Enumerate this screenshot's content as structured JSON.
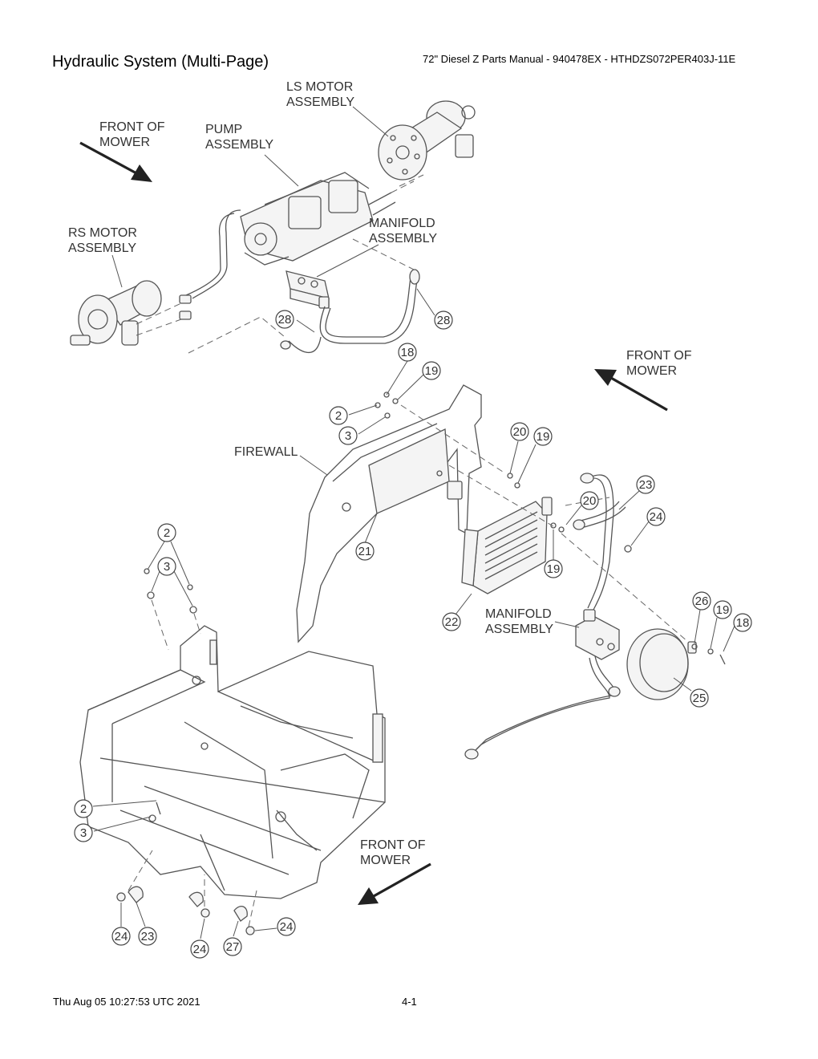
{
  "header": {
    "title": "Hydraulic System (Multi-Page)",
    "doc_ref": "72\" Diesel Z Parts Manual - 940478EX - HTHDZS072PER403J-11E"
  },
  "footer": {
    "timestamp": "Thu Aug 05 10:27:53 UTC 2021",
    "page_number": "4-1"
  },
  "labels": {
    "ls_motor_1": "LS MOTOR",
    "ls_motor_2": "ASSEMBLY",
    "pump_1": "PUMP",
    "pump_2": "ASSEMBLY",
    "front_top_1": "FRONT OF",
    "front_top_2": "MOWER",
    "rs_motor_1": "RS MOTOR",
    "rs_motor_2": "ASSEMBLY",
    "manifold_top_1": "MANIFOLD",
    "manifold_top_2": "ASSEMBLY",
    "front_right_1": "FRONT OF",
    "front_right_2": "MOWER",
    "firewall": "FIREWALL",
    "manifold_mid_1": "MANIFOLD",
    "manifold_mid_2": "ASSEMBLY",
    "front_bottom_1": "FRONT OF",
    "front_bottom_2": "MOWER"
  },
  "callouts": [
    {
      "id": "c28a",
      "n": "28"
    },
    {
      "id": "c28b",
      "n": "28"
    },
    {
      "id": "c18a",
      "n": "18"
    },
    {
      "id": "c19a",
      "n": "19"
    },
    {
      "id": "c2a",
      "n": "2"
    },
    {
      "id": "c3a",
      "n": "3"
    },
    {
      "id": "c20a",
      "n": "20"
    },
    {
      "id": "c19b",
      "n": "19"
    },
    {
      "id": "c23a",
      "n": "23"
    },
    {
      "id": "c20b",
      "n": "20"
    },
    {
      "id": "c24a",
      "n": "24"
    },
    {
      "id": "c21",
      "n": "21"
    },
    {
      "id": "c19c",
      "n": "19"
    },
    {
      "id": "c2b",
      "n": "2"
    },
    {
      "id": "c3b",
      "n": "3"
    },
    {
      "id": "c26",
      "n": "26"
    },
    {
      "id": "c19d",
      "n": "19"
    },
    {
      "id": "c18b",
      "n": "18"
    },
    {
      "id": "c22",
      "n": "22"
    },
    {
      "id": "c25",
      "n": "25"
    },
    {
      "id": "c2c",
      "n": "2"
    },
    {
      "id": "c3c",
      "n": "3"
    },
    {
      "id": "c24b",
      "n": "24"
    },
    {
      "id": "c24c",
      "n": "24"
    },
    {
      "id": "c24d",
      "n": "24"
    },
    {
      "id": "c23b",
      "n": "23"
    },
    {
      "id": "c27",
      "n": "27"
    }
  ]
}
